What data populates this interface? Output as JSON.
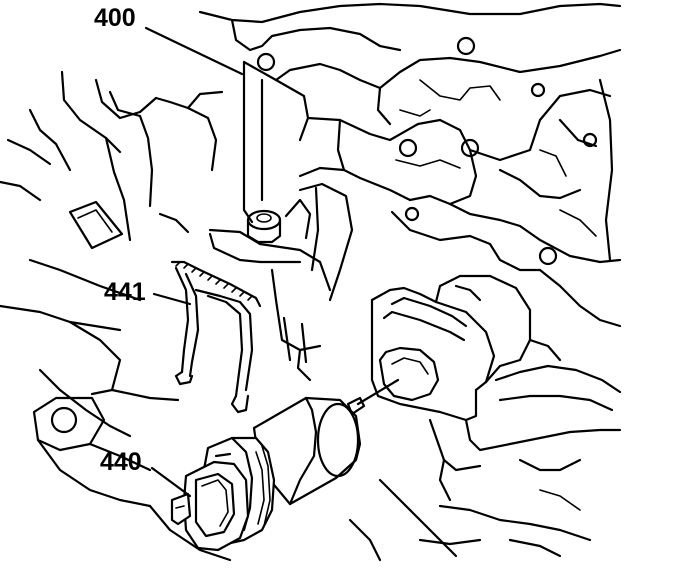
{
  "callouts": [
    {
      "id": "400",
      "text": "400"
    },
    {
      "id": "441",
      "text": "441"
    },
    {
      "id": "440",
      "text": "440"
    }
  ],
  "colors": {
    "ink": "#000000",
    "paper": "#ffffff"
  }
}
